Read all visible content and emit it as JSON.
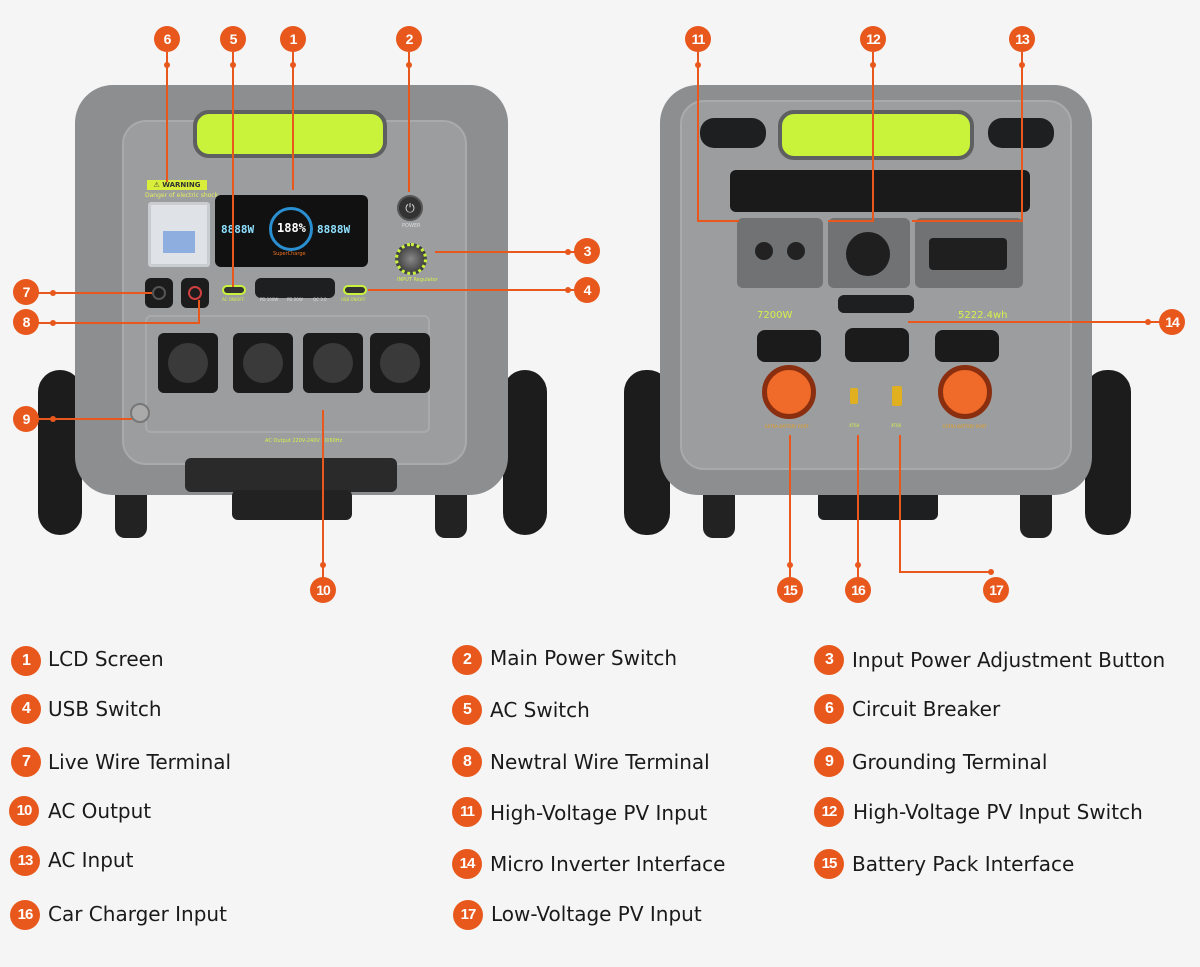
{
  "front_device": {
    "warning_label": "⚠ WARNING",
    "warning_sub": "Danger of electric shock",
    "power_label": "POWER",
    "ac_switch_label": "AC ON/OFF",
    "usb_switch_label": "USB ON/OFF",
    "usb_ports": [
      "PD 100W",
      "PD 20W",
      "QC 3.0"
    ],
    "lcd_input": "8888W",
    "lcd_percent": "188%",
    "lcd_output": "8888W",
    "lcd_brand": "SuperCharge",
    "knob_label": "INPUT Regulator",
    "ac_output_label": "AC Output 220V-240V 50/60Hz"
  },
  "rear_device": {
    "power_rating": "7200W",
    "capacity": "5222.4wh",
    "port_left_label": "EXTRA BATTERY PORT",
    "port_right_label": "EXTRA BATTERY PORT",
    "xt60_left": "XT60",
    "xt60_right": "XT60"
  },
  "colors": {
    "accent": "#e8581c",
    "lime": "#c9f23a",
    "background": "#f5f5f5"
  },
  "legend": [
    {
      "num": "1",
      "label": "LCD Screen"
    },
    {
      "num": "2",
      "label": "Main Power Switch"
    },
    {
      "num": "3",
      "label": "Input Power Adjustment Button"
    },
    {
      "num": "4",
      "label": "USB Switch"
    },
    {
      "num": "5",
      "label": "AC Switch"
    },
    {
      "num": "6",
      "label": "Circuit Breaker"
    },
    {
      "num": "7",
      "label": "Live Wire Terminal"
    },
    {
      "num": "8",
      "label": "Newtral Wire Terminal"
    },
    {
      "num": "9",
      "label": "Grounding Terminal"
    },
    {
      "num": "10",
      "label": "AC Output"
    },
    {
      "num": "11",
      "label": "High-Voltage PV Input"
    },
    {
      "num": "12",
      "label": "High-Voltage PV Input Switch"
    },
    {
      "num": "13",
      "label": "AC Input"
    },
    {
      "num": "14",
      "label": "Micro Inverter Interface"
    },
    {
      "num": "15",
      "label": "Battery Pack Interface"
    },
    {
      "num": "16",
      "label": "Car Charger Input"
    },
    {
      "num": "17",
      "label": "Low-Voltage PV Input"
    }
  ]
}
